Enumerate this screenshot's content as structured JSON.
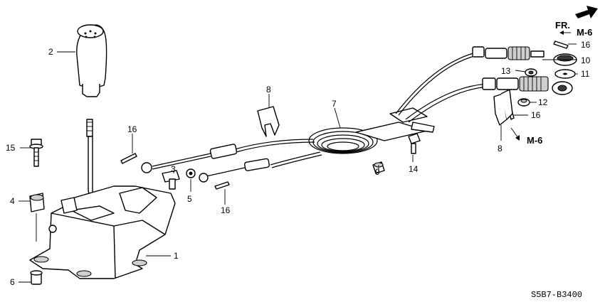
{
  "direction": {
    "label": "FR."
  },
  "refs": {
    "top": "M-6",
    "right": "M-6"
  },
  "diagram_code": "S5B7-B3400",
  "callouts": {
    "c1": "1",
    "c2": "2",
    "c3": "3",
    "c4": "4",
    "c5": "5",
    "c6": "6",
    "c7": "7",
    "c8a": "8",
    "c8b": "8",
    "c9": "9",
    "c10": "10",
    "c11": "11",
    "c12": "12",
    "c13": "13",
    "c14": "14",
    "c15": "15",
    "c16a": "16",
    "c16b": "16",
    "c16c": "16",
    "c16d": "16"
  }
}
